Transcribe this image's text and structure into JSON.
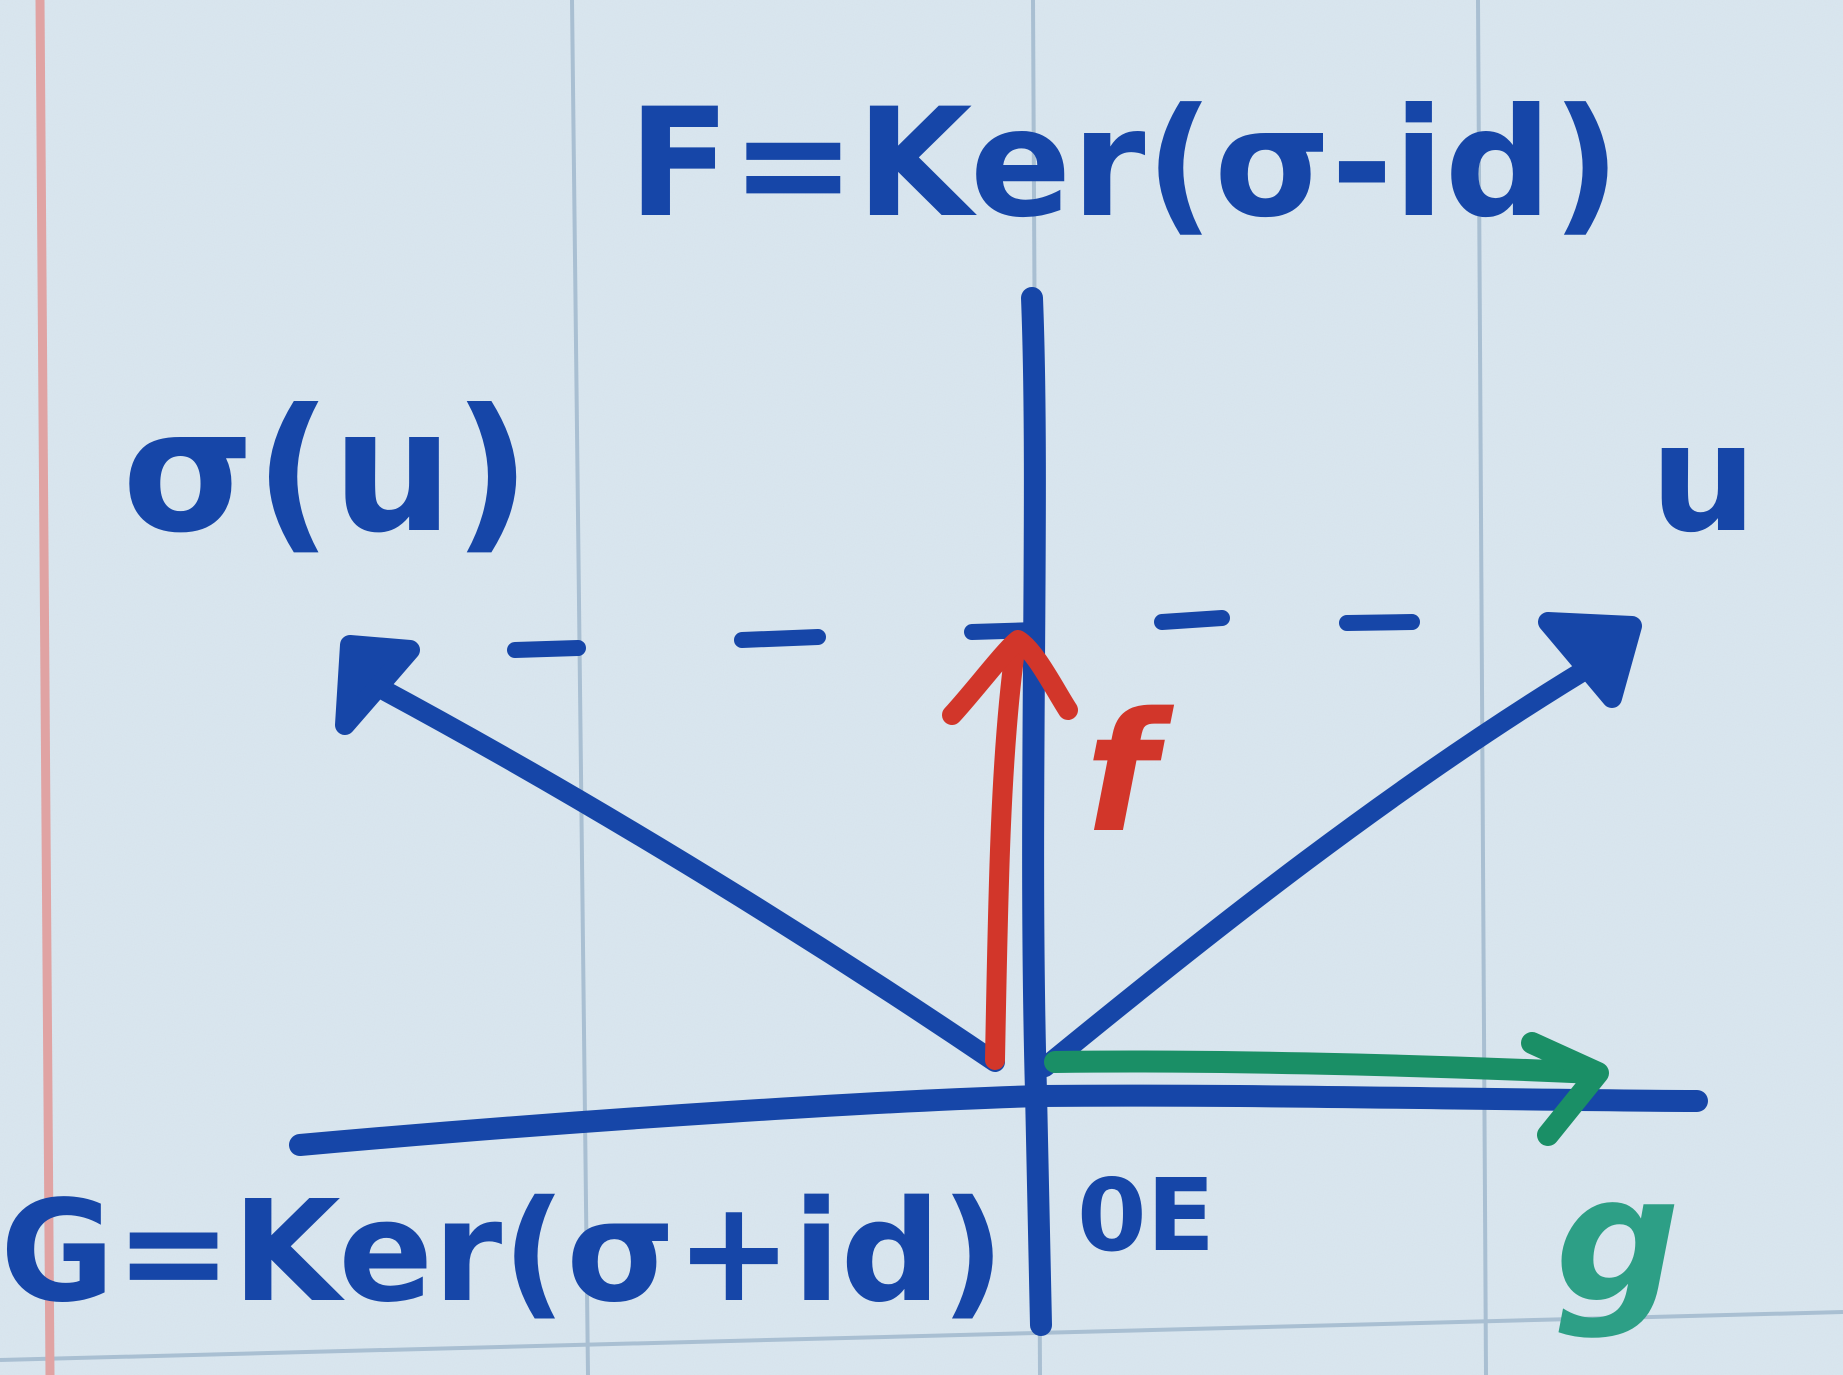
{
  "labels": {
    "f_label": "F=Ker(σ-id)",
    "g_label": "G=Ker(σ+id)",
    "sigma_u": "σ(u)",
    "u": "u",
    "f": "f",
    "g": "g",
    "origin": "0E"
  },
  "colors": {
    "paper": "#d9e6ef",
    "grid_line": "#a9bfd2",
    "margin_line": "#e0a3a3",
    "ink_blue": "#1646a8",
    "ink_red": "#d2362a",
    "ink_green": "#1a8f66"
  }
}
